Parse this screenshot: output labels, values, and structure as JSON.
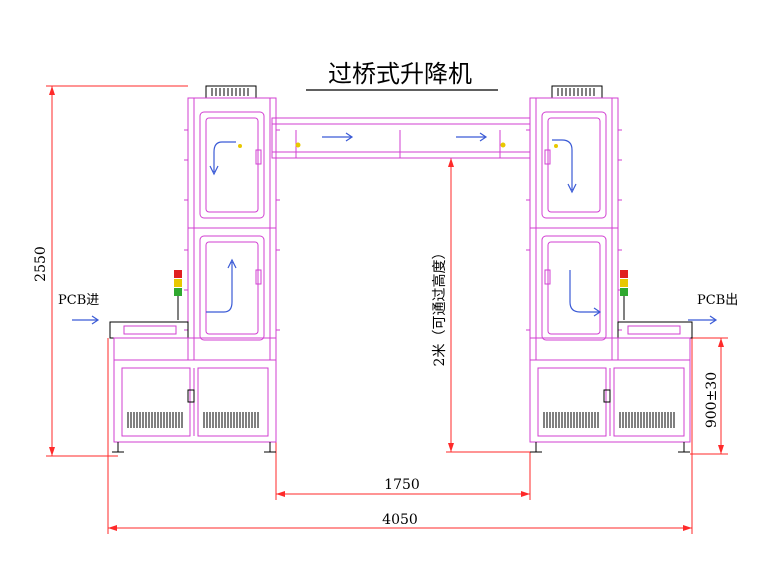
{
  "title": "过桥式升降机",
  "labels": {
    "pcb_in": "PCB进",
    "pcb_out": "PCB出",
    "clearance": "2米（可通过高度）"
  },
  "dimensions": {
    "height": "2550",
    "span": "1750",
    "total_width": "4050",
    "conveyor_height": "900±30"
  },
  "colors": {
    "frame": "#d23fd2",
    "dimension": "#ff2a2a",
    "arrow": "#3b5bd6",
    "ink": "#000000"
  }
}
